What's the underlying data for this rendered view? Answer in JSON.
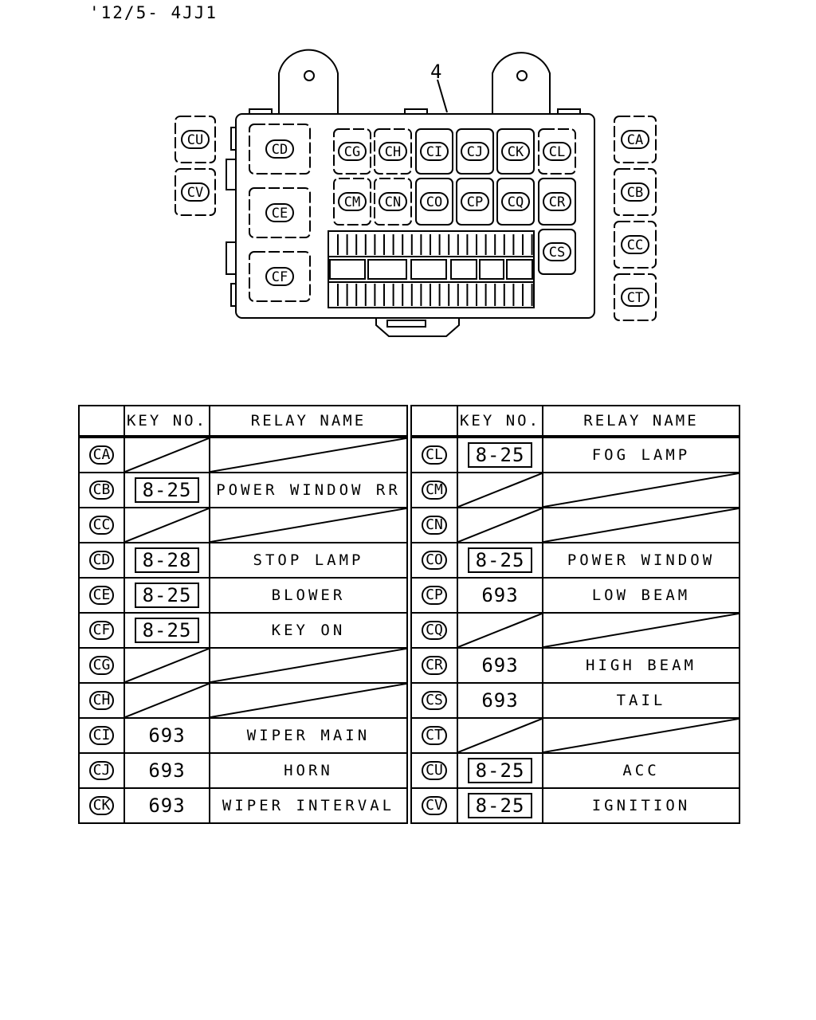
{
  "header": {
    "code": "'12/5- 4JJ1"
  },
  "diagram": {
    "callout": "4",
    "left_relays": [
      "CU",
      "CV"
    ],
    "right_relays": [
      "CA",
      "CB",
      "CC",
      "CT"
    ],
    "big_relays": [
      "CD",
      "CE",
      "CF"
    ],
    "grid_row1": [
      "CG",
      "CH",
      "CI",
      "CJ",
      "CK",
      "CL"
    ],
    "grid_row2": [
      "CM",
      "CN",
      "CO",
      "CP",
      "CQ",
      "CR"
    ],
    "side_relay": "CS"
  },
  "table": {
    "headers": {
      "key": "KEY NO.",
      "relay": "RELAY NAME"
    },
    "left_rows": [
      {
        "code": "CA",
        "key": "",
        "key_style": "none",
        "name": ""
      },
      {
        "code": "CB",
        "key": "8-25",
        "key_style": "box",
        "name": "POWER WINDOW RR"
      },
      {
        "code": "CC",
        "key": "",
        "key_style": "none",
        "name": ""
      },
      {
        "code": "CD",
        "key": "8-28",
        "key_style": "box",
        "name": "STOP LAMP"
      },
      {
        "code": "CE",
        "key": "8-25",
        "key_style": "box",
        "name": "BLOWER"
      },
      {
        "code": "CF",
        "key": "8-25",
        "key_style": "box",
        "name": "KEY ON"
      },
      {
        "code": "CG",
        "key": "",
        "key_style": "none",
        "name": ""
      },
      {
        "code": "CH",
        "key": "",
        "key_style": "none",
        "name": ""
      },
      {
        "code": "CI",
        "key": "693",
        "key_style": "plain",
        "name": "WIPER MAIN"
      },
      {
        "code": "CJ",
        "key": "693",
        "key_style": "plain",
        "name": "HORN"
      },
      {
        "code": "CK",
        "key": "693",
        "key_style": "plain",
        "name": "WIPER INTERVAL"
      }
    ],
    "right_rows": [
      {
        "code": "CL",
        "key": "8-25",
        "key_style": "box",
        "name": "FOG LAMP"
      },
      {
        "code": "CM",
        "key": "",
        "key_style": "none",
        "name": ""
      },
      {
        "code": "CN",
        "key": "",
        "key_style": "none",
        "name": ""
      },
      {
        "code": "CO",
        "key": "8-25",
        "key_style": "box",
        "name": "POWER WINDOW"
      },
      {
        "code": "CP",
        "key": "693",
        "key_style": "plain",
        "name": "LOW BEAM"
      },
      {
        "code": "CQ",
        "key": "",
        "key_style": "none",
        "name": ""
      },
      {
        "code": "CR",
        "key": "693",
        "key_style": "plain",
        "name": "HIGH BEAM"
      },
      {
        "code": "CS",
        "key": "693",
        "key_style": "plain",
        "name": "TAIL"
      },
      {
        "code": "CT",
        "key": "",
        "key_style": "none",
        "name": ""
      },
      {
        "code": "CU",
        "key": "8-25",
        "key_style": "box",
        "name": "ACC"
      },
      {
        "code": "CV",
        "key": "8-25",
        "key_style": "box",
        "name": "IGNITION"
      }
    ]
  }
}
